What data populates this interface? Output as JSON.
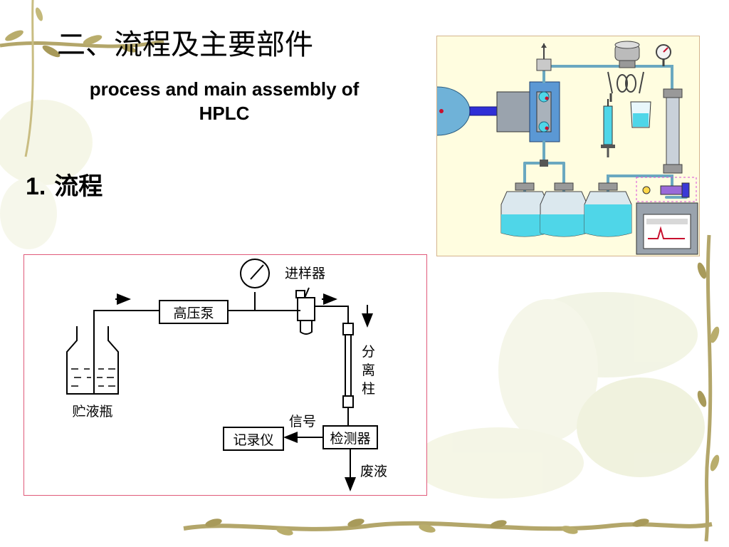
{
  "slide": {
    "title_cn": "二、流程及主要部件",
    "title_en_line1": "process and main assembly of",
    "title_en_line2": "HPLC",
    "subhead_num": "1.",
    "subhead_text": "流程"
  },
  "diagram": {
    "pump": "高压泵",
    "injector": "进样器",
    "reservoir": "贮液瓶",
    "column_chars": [
      "分",
      "离",
      "柱"
    ],
    "detector": "检测器",
    "recorder": "记录仪",
    "signal": "信号",
    "waste": "废液"
  },
  "colors": {
    "illustration_bg": "#fffde0",
    "liquid": "#4fd6e8",
    "diagram_border": "#e05a7a"
  }
}
